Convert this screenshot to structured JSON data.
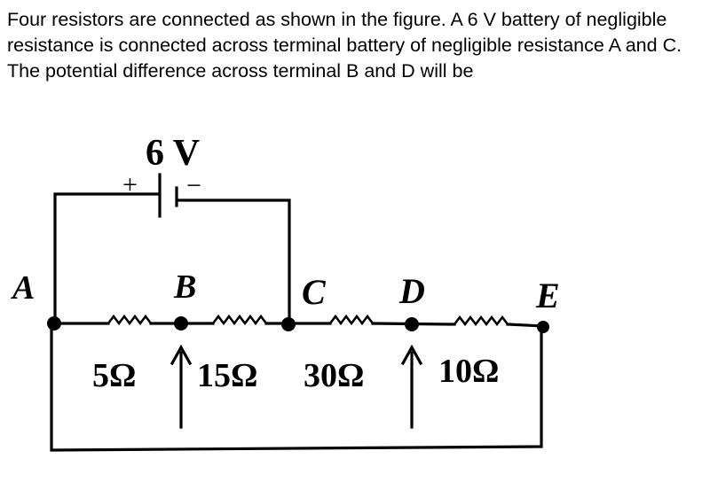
{
  "question": {
    "text": "Four resistors are connected as shown in the figure. A 6 V battery of negligible resistance is connected across terminal battery of negligible resistance A and C. The potential difference across terminal B and D will be"
  },
  "circuit": {
    "battery_label": "6 V",
    "battery_plus": "+",
    "battery_minus": "−",
    "terminals": [
      "A",
      "B",
      "C",
      "D",
      "E"
    ],
    "resistors": [
      "5Ω",
      "15Ω",
      "30Ω",
      "10Ω"
    ]
  }
}
